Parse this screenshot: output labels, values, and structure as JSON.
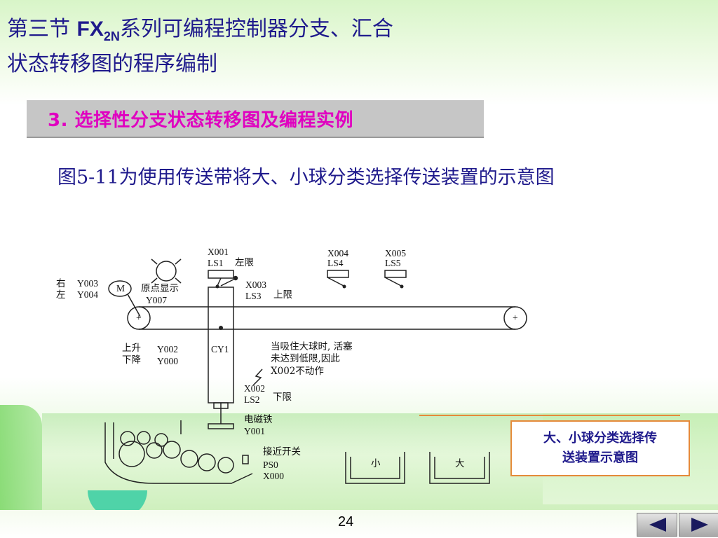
{
  "title": {
    "line1_prefix": "第三节  ",
    "line1_fx": "FX",
    "line1_sub": "2N",
    "line1_suffix": "系列可编程控制器分支、汇合",
    "line2": "状态转移图的程序编制"
  },
  "section": {
    "label": "3. 选择性分支状态转移图及编程实例"
  },
  "caption": "图5-11为使用传送带将大、小球分类选择传送装置的示意图",
  "diagram": {
    "x001": "X001",
    "ls1": "LS1",
    "left_limit": "左限",
    "x004": "X004",
    "ls4": "LS4",
    "x005": "X005",
    "ls5": "LS5",
    "x003": "X003",
    "ls3": "LS3",
    "upper_limit": "上限",
    "right": "右",
    "left": "左",
    "y003": "Y003",
    "y004": "Y004",
    "motor": "M",
    "origin_display": "原点显示",
    "y007": "Y007",
    "plus": "+",
    "rise": "上升",
    "fall": "下降",
    "y002": "Y002",
    "y000": "Y000",
    "cy1": "CY1",
    "note1": "当吸住大球时, 活塞",
    "note2": "未达到低限,因此",
    "note3": "X002不动作",
    "x002": "X002",
    "ls2": "LS2",
    "lower_limit": "下限",
    "electromagnet": "电磁铁",
    "y001": "Y001",
    "proximity_switch": "接近开关",
    "ps0": "PS0",
    "x000": "X000",
    "bin_small": "小",
    "bin_large": "大"
  },
  "legend": {
    "line1": "大、小球分类选择传",
    "line2": "送装置示意图"
  },
  "page_number": "24",
  "nav": {
    "prev_icon": "triangle-left-icon",
    "next_icon": "triangle-right-icon"
  },
  "colors": {
    "title": "#1f1a8c",
    "section_text": "#e000c0",
    "legend_border": "#e58a3a"
  }
}
